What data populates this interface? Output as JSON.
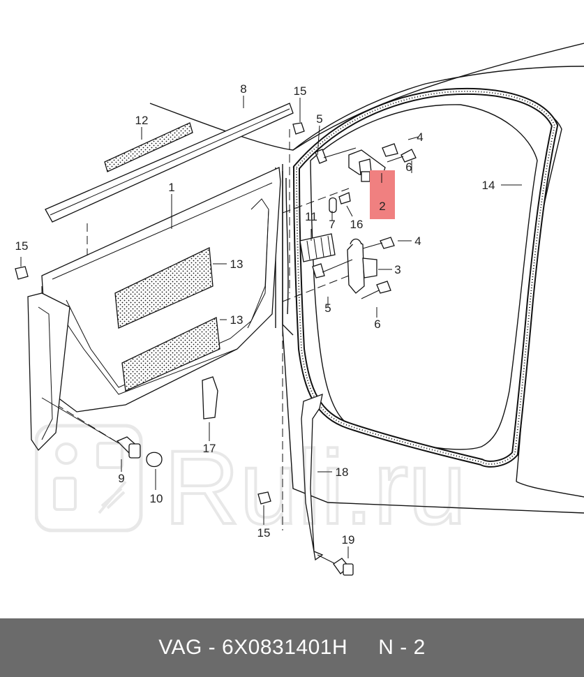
{
  "footer": {
    "text": "VAG - 6X0831401H     N - 2",
    "background": "#6b6b6b"
  },
  "watermark": {
    "text": "Ruli.ru"
  },
  "highlight": {
    "label": "2",
    "color": "#f08080"
  },
  "callouts": {
    "c1": "1",
    "c2": "2",
    "c3": "3",
    "c4a": "4",
    "c4b": "4",
    "c5a": "5",
    "c5b": "5",
    "c6a": "6",
    "c6b": "6",
    "c7": "7",
    "c8": "8",
    "c9": "9",
    "c10": "10",
    "c11": "11",
    "c12": "12",
    "c13a": "13",
    "c13b": "13",
    "c14": "14",
    "c15a": "15",
    "c15b": "15",
    "c15c": "15",
    "c16": "16",
    "c17": "17",
    "c18": "18",
    "c19": "19"
  }
}
